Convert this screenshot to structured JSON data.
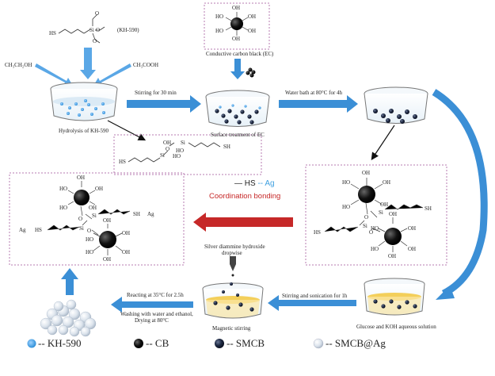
{
  "reagents": {
    "kh590_name": "(KH-590)",
    "ethanol": "CH₃CH₂OH",
    "acetic_acid": "CH₃COOH",
    "ec_name": "Conductive carbon black (EC)",
    "hs": "HS",
    "si": "Si",
    "o": "O",
    "oh": "OH",
    "ho": "HO",
    "sh": "SH",
    "ag": "Ag"
  },
  "steps": {
    "stir_30": "Stirring for 30 min",
    "water_bath": "Water bath at 80°C for 4h",
    "hydrolysis": "Hydrolysis of KH-590",
    "surface_treatment": "Surface treatment of EC",
    "silver_line1": "Silver diammine hydroxide",
    "silver_line2": "dropwise",
    "stir_sonic": "Stirring and sonication for 1h",
    "glucose": "Glucose and KOH aqueous solution",
    "magnetic": "Magnetic stirring",
    "react_35": "Reacting at 35°C for 2.5h",
    "wash_line1": "Washing with water and ethanol,",
    "wash_line2": "Drying at 80°C"
  },
  "coordination": {
    "hs_prefix": "— HS ",
    "ag_suffix": "-- Ag",
    "label": "Coordination bonding"
  },
  "legend": [
    {
      "label": "-- KH-590",
      "icon": "light-blue-dot",
      "color": "#4aa8e8"
    },
    {
      "label": "-- CB",
      "icon": "black-sphere",
      "color": "#111111"
    },
    {
      "label": "-- SMCB",
      "icon": "dark-navy-sphere",
      "color": "#1f2a44"
    },
    {
      "label": "-- SMCB@Ag",
      "icon": "pale-silver-sphere",
      "color": "#cfd8e3"
    }
  ],
  "colors": {
    "arrow_blue": "#3b8fd6",
    "arrow_red": "#c62828",
    "dash_border": "#b77bb0",
    "solution_yellow": "#f3cf5a"
  }
}
